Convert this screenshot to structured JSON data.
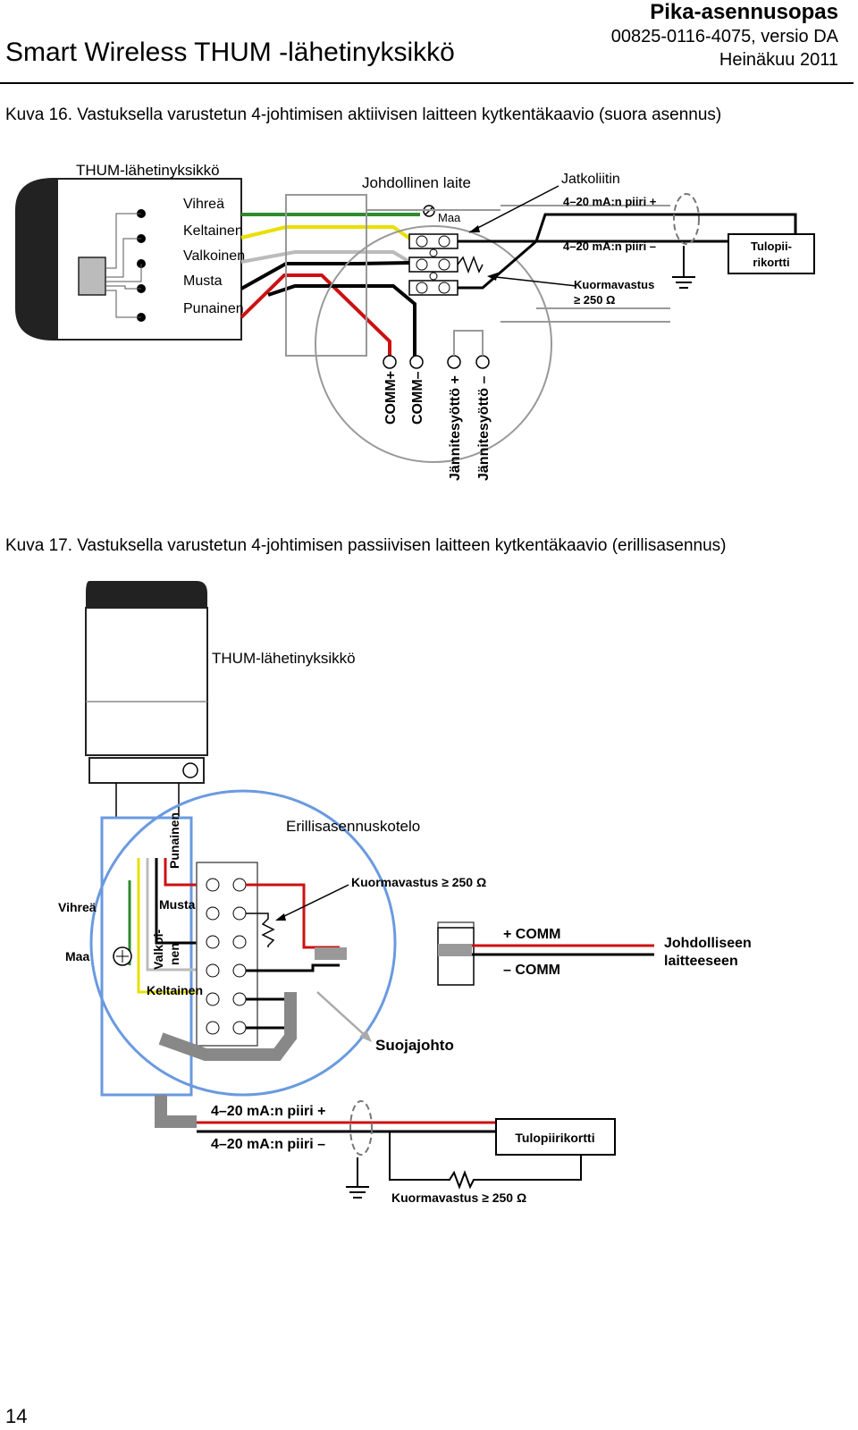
{
  "header": {
    "title": "Smart Wireless THUM -lähetinyksikkö",
    "doc_type": "Pika-asennusopas",
    "doc_number": "00825-0116-4075, versio DA",
    "date": "Heinäkuu 2011"
  },
  "fig16": {
    "caption": "Kuva 16.  Vastuksella varustetun 4-johtimisen aktiivisen laitteen kytkentäkaavio (suora asennus)",
    "thum": "THUM-lähetinyksikkö",
    "wires": [
      "Vihreä",
      "Keltainen",
      "Valkoinen",
      "Musta",
      "Punainen"
    ],
    "device": "Johdollinen laite",
    "maa": "Maa",
    "junction": "Jatkoliitin",
    "loop_plus": "4–20 mA:n piiri +",
    "loop_minus": "4–20 mA:n piiri –",
    "load1": "Kuormavastus",
    "load2": "≥ 250  Ω",
    "input1": "Tulopii-",
    "input2": "rikortti",
    "terminals": [
      "COMM+",
      "COMM–",
      "Jännitesyöttö +",
      "Jännitesyöttö –"
    ]
  },
  "fig17": {
    "caption": "Kuva 17.  Vastuksella varustetun 4-johtimisen passiivisen laitteen kytkentäkaavio (erillisasennus)",
    "thum": "THUM-lähetinyksikkö",
    "enclosure": "Erillisasennuskotelo",
    "punainen": "Punainen",
    "vihrea": "Vihreä",
    "musta": "Musta",
    "maa": "Maa",
    "valkoinen1": "Valkoi-",
    "valkoinen2": "nen",
    "keltainen": "Keltainen",
    "load": "Kuormavastus  ≥ 250  Ω",
    "comm_plus": "+ COMM",
    "comm_minus": "– COMM",
    "wired1": "Johdolliseen",
    "wired2": "laitteeseen",
    "shield": "Suojajohto",
    "loop_plus": "4–20 mA:n piiri +",
    "loop_minus": "4–20 mA:n piiri –",
    "input": "Tulopiirikortti",
    "load_bottom": "Kuormavastus  ≥ 250  Ω"
  },
  "page_number": "14",
  "colors": {
    "green": "#2e8b2e",
    "yellow": "#e8e000",
    "red": "#cc1111",
    "black": "#000000",
    "grey": "#999999",
    "blue": "#6a9ae0"
  }
}
